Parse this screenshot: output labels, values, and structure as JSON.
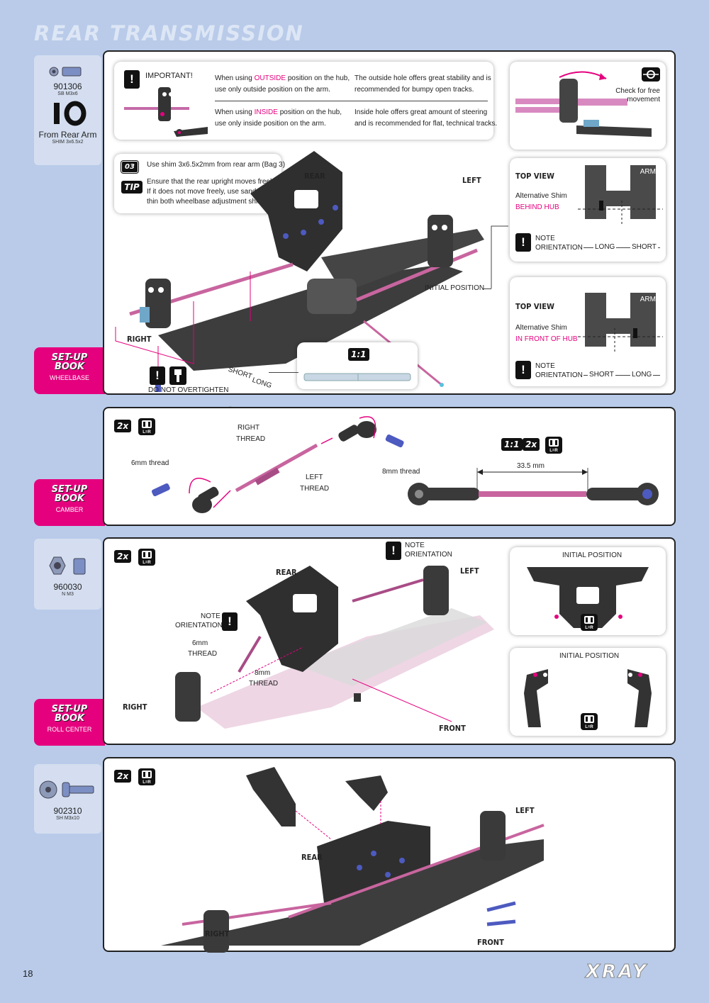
{
  "page": {
    "title": "REAR TRANSMISSION",
    "number": "18",
    "brand": "XRAY"
  },
  "step1": {
    "part1": {
      "code": "901306",
      "sub": "SB M3x6"
    },
    "part2": {
      "label": "From Rear Arm",
      "sub": "SHIM 3x6.5x2"
    },
    "important": {
      "label": "IMPORTANT!",
      "outside_pre": "When using ",
      "outside_word": "OUTSIDE",
      "outside_post": " position on the hub,",
      "outside_line2": "use only outside position on the arm.",
      "outside_desc1": "The outside hole offers great stability and is",
      "outside_desc2": "recommended for bumpy open tracks.",
      "inside_pre": "When using ",
      "inside_word": "INSIDE",
      "inside_post": " position on the hub,",
      "inside_line2": "use only inside position on the arm.",
      "inside_desc1": "Inside hole offers great amount of steering",
      "inside_desc2": "and is recommended for flat, technical tracks."
    },
    "check": {
      "line1": "Check for free",
      "line2": "movement"
    },
    "bag": {
      "icon": "03",
      "text": "Use shim 3x6.5x2mm from rear arm (Bag 3)"
    },
    "tip": {
      "icon": "TIP",
      "line1": "Ensure that the rear upright moves freely.",
      "line2": "If it does not move freely, use sandpaper to",
      "line3": "thin both wheelbase adjustment shims."
    },
    "labels": {
      "rear": "REAR",
      "left": "LEFT",
      "right": "RIGHT",
      "initial": "INITIAL POSITION",
      "overtighten": "DO NOT OVERTIGHTEN",
      "short": "SHORT",
      "long": "LONG",
      "scale": "1:1"
    },
    "top_view_1": {
      "title": "TOP VIEW",
      "arm": "ARM",
      "alt": "Alternative Shim",
      "pos": "BEHIND HUB",
      "note": "NOTE",
      "orientation": "ORIENTATION",
      "left_dim": "LONG",
      "right_dim": "SHORT"
    },
    "top_view_2": {
      "title": "TOP VIEW",
      "arm": "ARM",
      "alt": "Alternative Shim",
      "pos": "IN FRONT OF HUB",
      "note": "NOTE",
      "orientation": "ORIENTATION",
      "left_dim": "SHORT",
      "right_dim": "LONG"
    },
    "setup": {
      "line1": "SET-UP",
      "line2": "BOOK",
      "name": "WHEELBASE"
    }
  },
  "step2": {
    "qty": "2x",
    "lr": "L=R",
    "labels": {
      "right_thread_1": "RIGHT",
      "right_thread_2": "THREAD",
      "left_thread_1": "LEFT",
      "left_thread_2": "THREAD",
      "thread6": "6mm thread",
      "thread8": "8mm thread",
      "scale": "1:1",
      "dim": "33.5 mm"
    },
    "setup": {
      "line1": "SET-UP",
      "line2": "BOOK",
      "name": "CAMBER"
    }
  },
  "step3": {
    "qty": "2x",
    "lr": "L=R",
    "part": {
      "code": "960030",
      "sub": "N M3"
    },
    "labels": {
      "note": "NOTE",
      "orientation": "ORIENTATION",
      "note2": "NOTE",
      "orientation2": "ORIENTATION",
      "thread6a": "6mm",
      "thread6b": "THREAD",
      "thread8a": "8mm",
      "thread8b": "THREAD",
      "rear": "REAR",
      "left": "LEFT",
      "right": "RIGHT",
      "front": "FRONT",
      "initial1": "INITIAL POSITION",
      "initial2": "INITIAL POSITION"
    },
    "setup": {
      "line1": "SET-UP",
      "line2": "BOOK",
      "name": "ROLL CENTER"
    }
  },
  "step4": {
    "qty": "2x",
    "lr": "L=R",
    "part": {
      "code": "902310",
      "sub": "SH M3x10"
    },
    "labels": {
      "rear": "REAR",
      "left": "LEFT",
      "right": "RIGHT",
      "front": "FRONT"
    }
  },
  "colors": {
    "background": "#b9cbe9",
    "accent": "#e5007e",
    "panel": "#ffffff",
    "carbon": "#3a3a3a"
  }
}
